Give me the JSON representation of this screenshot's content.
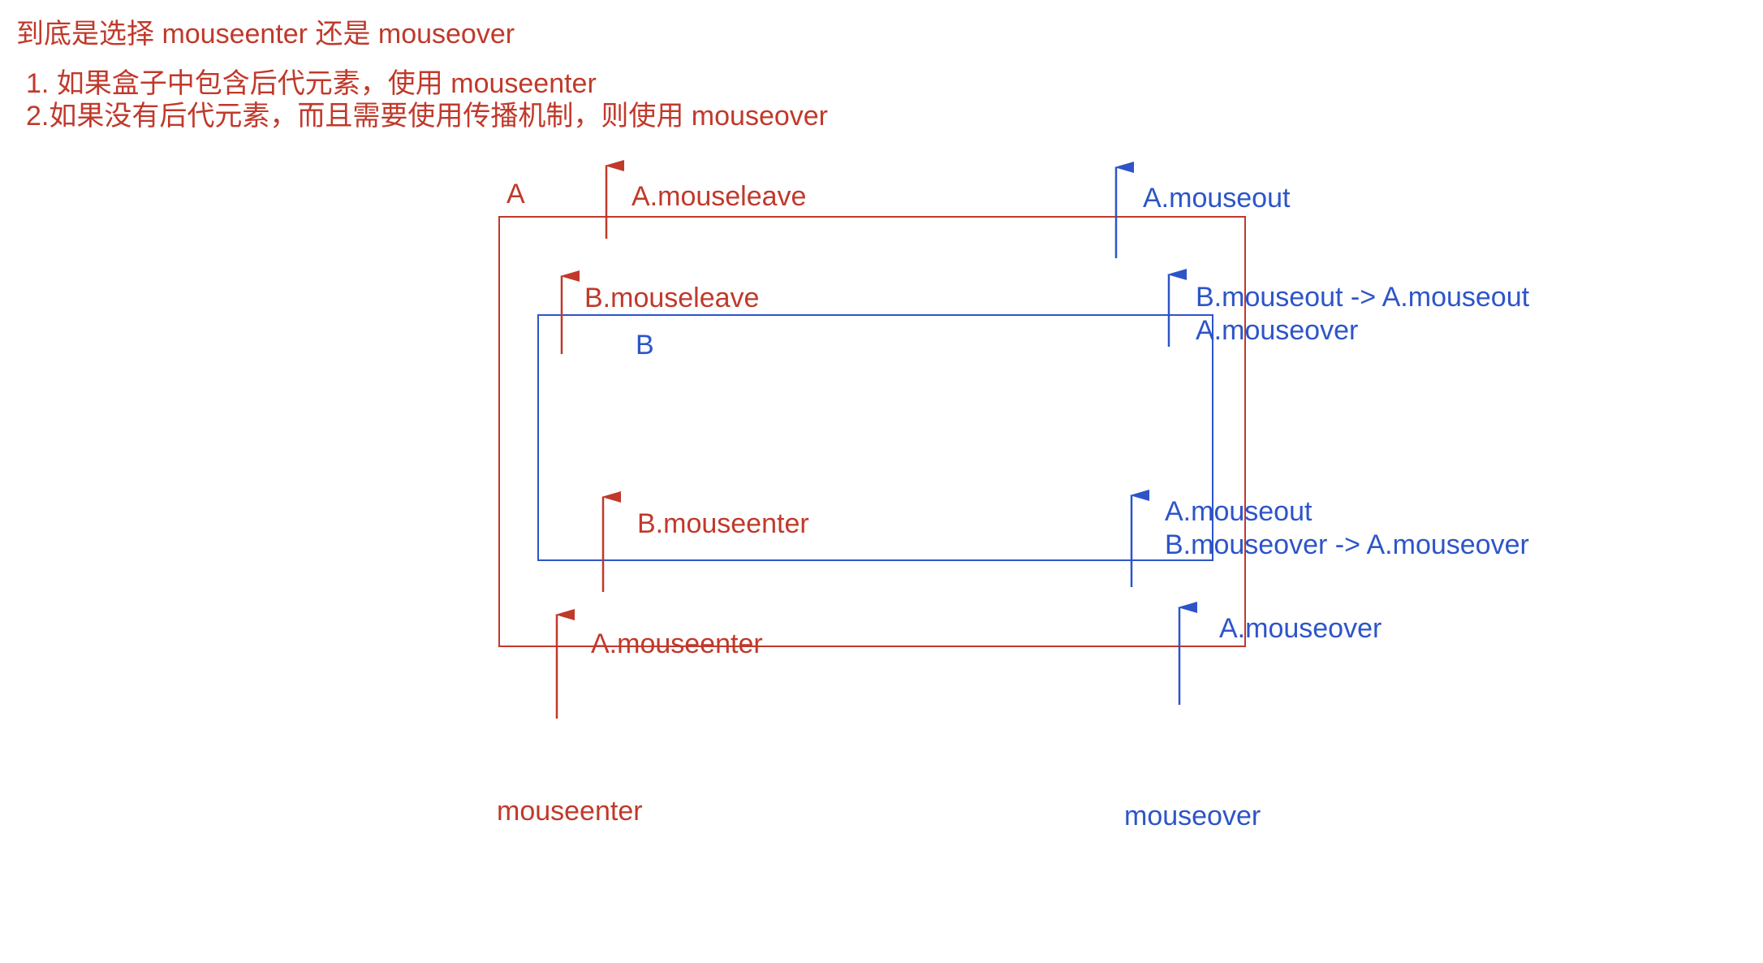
{
  "title": "到底是选择 mouseenter 还是 mouseover",
  "notes": [
    "1. 如果盒子中包含后代元素，使用 mouseenter",
    "2.如果没有后代元素，而且需要使用传播机制，则使用 mouseover"
  ],
  "boxes": {
    "outer_label": "A",
    "inner_label": "B"
  },
  "mouseenter_side": {
    "a_leave": "A.mouseleave",
    "b_leave": "B.mouseleave",
    "b_enter": "B.mouseenter",
    "a_enter": "A.mouseenter",
    "caption": "mouseenter"
  },
  "mouseover_side": {
    "a_out": "A.mouseout",
    "b_out_line1": "B.mouseout -> A.mouseout",
    "b_out_line2": "A.mouseover",
    "b_over_line1": "A.mouseout",
    "b_over_line2": "B.mouseover -> A.mouseover",
    "a_over": "A.mouseover",
    "caption": "mouseover"
  },
  "colors": {
    "mouseenter": "#c0392b",
    "mouseover": "#2d55c8"
  }
}
